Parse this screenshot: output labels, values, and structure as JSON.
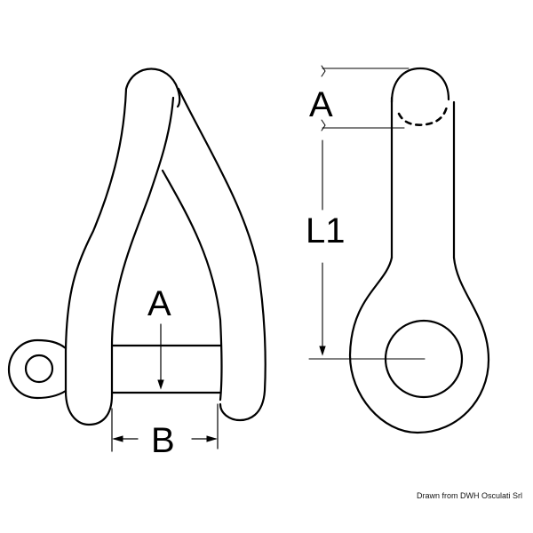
{
  "diagram": {
    "subject": "Twisted shackle technical drawing",
    "views": [
      {
        "name": "front-view",
        "labels": {
          "pin_dim": "A",
          "width_dim": "B"
        }
      },
      {
        "name": "side-view",
        "labels": {
          "head_dim": "A",
          "length_dim": "L1"
        }
      }
    ],
    "credit": "Drawn from DWH Osculati Srl",
    "stroke_color": "#000000",
    "background": "#ffffff"
  }
}
